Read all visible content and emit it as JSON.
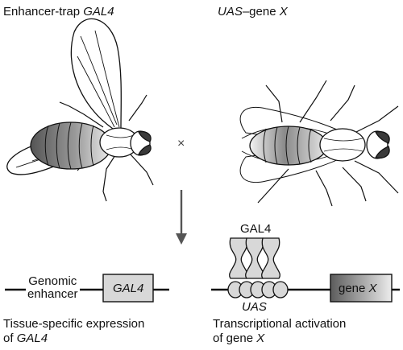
{
  "left_title": {
    "prefix": "Enhancer-trap ",
    "gene": "GAL4"
  },
  "right_title": {
    "gene": "UAS",
    "suffix": "–gene ",
    "x": "X"
  },
  "cross_symbol": "×",
  "enhancer_label": {
    "line1": "Genomic",
    "line2": "enhancer"
  },
  "gal4_box": "GAL4",
  "gal4_protein_label": "GAL4",
  "uas_label": "UAS",
  "genex_box": {
    "prefix": "gene ",
    "x": "X"
  },
  "caption_left": {
    "line1": "Tissue-specific expression",
    "line2_prefix": "of ",
    "line2_gene": "GAL4"
  },
  "caption_right": {
    "line1": "Transcriptional activation",
    "line2_prefix": "of gene ",
    "line2_x": "X"
  },
  "colors": {
    "ink": "#111111",
    "box_fill": "#d8d8d8",
    "genex_fill_dark": "#6a6a6a",
    "genex_fill_light": "#e6e6e6",
    "eye": "#3a3a3a"
  }
}
